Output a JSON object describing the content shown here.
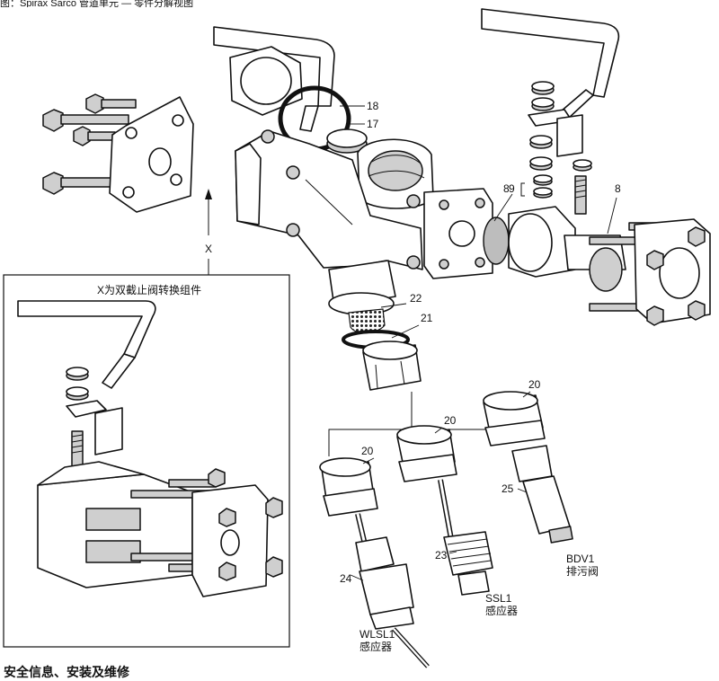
{
  "header_fragment": "图：Spirax Sarco 管道单元 — 零件分解视图",
  "inset": {
    "caption": "X为双截止阀转换组件",
    "view_label": "X"
  },
  "callouts": {
    "c17": "17",
    "c18": "18",
    "c8a": "8",
    "c9": "9",
    "c8b": "8",
    "c22": "22",
    "c21": "21",
    "c20a": "20",
    "c20b": "20",
    "c20c": "20",
    "c25": "25",
    "c23": "23",
    "c24": "24"
  },
  "components": {
    "bdv1": {
      "code": "BDV1",
      "name": "排污阀"
    },
    "ssl1": {
      "code": "SSL1",
      "name": "感应器"
    },
    "wlsl1": {
      "code": "WLSL1",
      "name": "感应器"
    }
  },
  "footer_heading": "安全信息、安装及维修"
}
